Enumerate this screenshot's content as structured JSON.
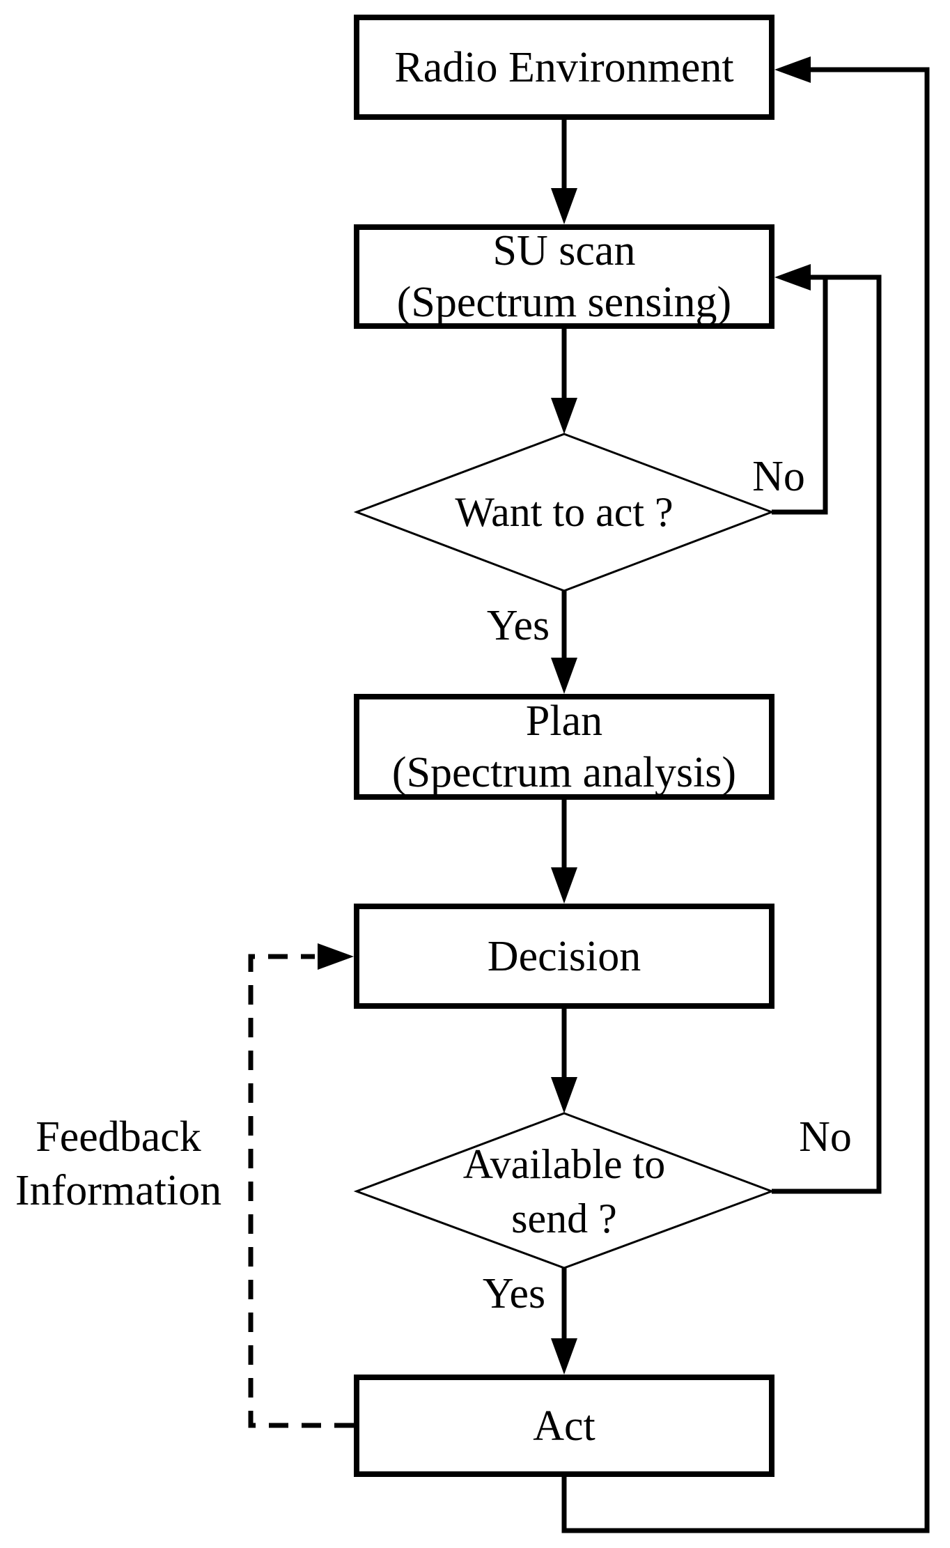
{
  "diagram": {
    "title": "Cognitive radio secondary-user sensing cycle flowchart",
    "colors": {
      "stroke": "#000000",
      "text": "#000000",
      "background": "#ffffff",
      "node_fill": "#ffffff"
    },
    "nodes": {
      "radio_environment": {
        "label": "Radio Environment"
      },
      "su_scan": {
        "line1": "SU scan",
        "line2": "(Spectrum sensing)"
      },
      "want_to_act": {
        "label": "Want to act ?"
      },
      "plan": {
        "line1": "Plan",
        "line2": "(Spectrum analysis)"
      },
      "decision": {
        "label": "Decision"
      },
      "available_to_send": {
        "line1": "Available to",
        "line2": "send ?"
      },
      "act": {
        "label": "Act"
      }
    },
    "edge_labels": {
      "want_to_act_yes": "Yes",
      "want_to_act_no": "No",
      "available_to_send_yes": "Yes",
      "available_to_send_no": "No",
      "feedback_line1": "Feedback",
      "feedback_line2": "Information"
    }
  }
}
